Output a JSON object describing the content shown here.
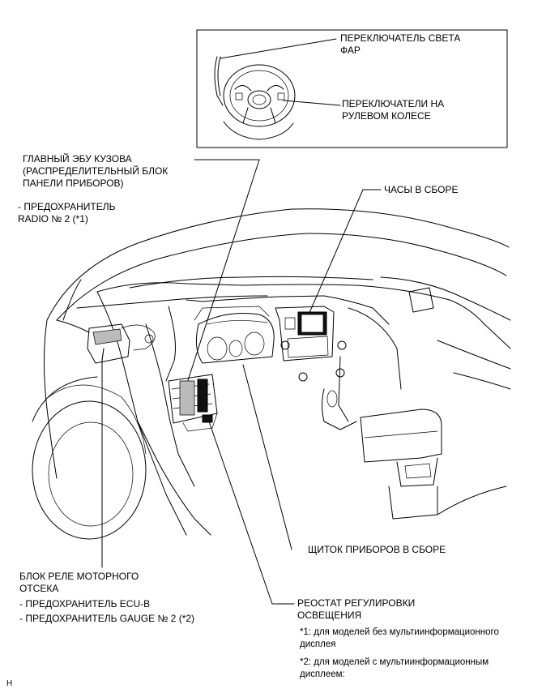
{
  "labels": {
    "headlight_switch": [
      "ПЕРЕКЛЮЧАТЕЛЬ СВЕТА",
      "ФАР"
    ],
    "steering_switches": [
      "ПЕРЕКЛЮЧАТЕЛИ НА",
      "РУЛЕВОМ КОЛЕСЕ"
    ],
    "main_body_ecu": [
      "ГЛАВНЫЙ ЭБУ КУЗОВА",
      "(РАСПРЕДЕЛИТЕЛЬНЫЙ БЛОК",
      "ПАНЕЛИ ПРИБОРОВ)"
    ],
    "fuse_radio": [
      "- ПРЕДОХРАНИТЕЛЬ",
      "RADIO № 2 (*1)"
    ],
    "clock": "ЧАСЫ В СБОРЕ",
    "combination_meter": "ЩИТОК ПРИБОРОВ В СБОРЕ",
    "illumination_rheostat": [
      "РЕОСТАТ РЕГУЛИРОВКИ",
      "ОСВЕЩЕНИЯ"
    ],
    "engine_relay_block": [
      "БЛОК РЕЛЕ МОТОРНОГО",
      "ОТСЕКА"
    ],
    "fuse_ecu_b": "- ПРЕДОХРАНИТЕЛЬ ECU-B",
    "fuse_gauge": "- ПРЕДОХРАНИТЕЛЬ GAUGE № 2 (*2)"
  },
  "notes": {
    "note1": [
      "*1: для моделей без мультиинформационного",
      "дисплея"
    ],
    "note2": [
      "*2: для моделей с мультиинформационным",
      "дисплеем:"
    ]
  },
  "corner_mark": "H"
}
